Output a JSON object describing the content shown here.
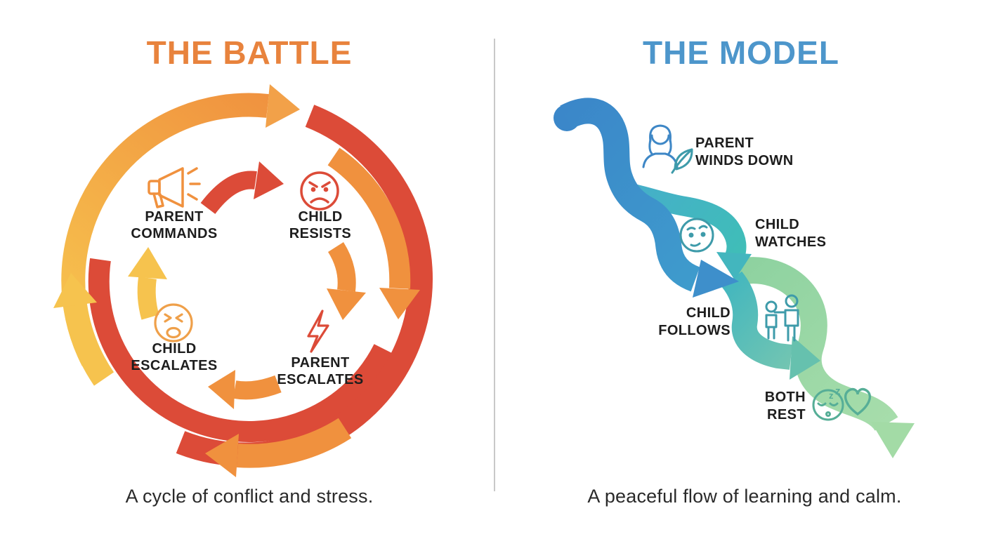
{
  "battle": {
    "title": "THE BATTLE",
    "title_color": "#E8833D",
    "caption": "A cycle of conflict and stress.",
    "nodes": [
      {
        "label": "PARENT\nCOMMANDS",
        "icon": "megaphone-icon"
      },
      {
        "label": "CHILD\nRESISTS",
        "icon": "angry-face-icon"
      },
      {
        "label": "PARENT\nESCALATES",
        "icon": "lightning-icon"
      },
      {
        "label": "CHILD\nESCALATES",
        "icon": "distressed-face-icon"
      }
    ],
    "colors": {
      "yellow": "#F6C34E",
      "orange": "#F0913E",
      "red": "#DC4B38"
    }
  },
  "model": {
    "title": "THE MODEL",
    "title_color": "#4D96CB",
    "caption": "A peaceful flow of learning and calm.",
    "steps": [
      {
        "label": "PARENT\nWINDS DOWN",
        "icon": "parent-leaf-icon"
      },
      {
        "label": "CHILD\nWATCHES",
        "icon": "curious-face-icon"
      },
      {
        "label": "CHILD\nFOLLOWS",
        "icon": "parent-child-icon"
      },
      {
        "label": "BOTH\nREST",
        "icon": "sleeping-face-heart-icon"
      }
    ],
    "colors": {
      "blue": "#3E8FCB",
      "teal": "#41B9BB",
      "green": "#A5DCA8"
    }
  }
}
